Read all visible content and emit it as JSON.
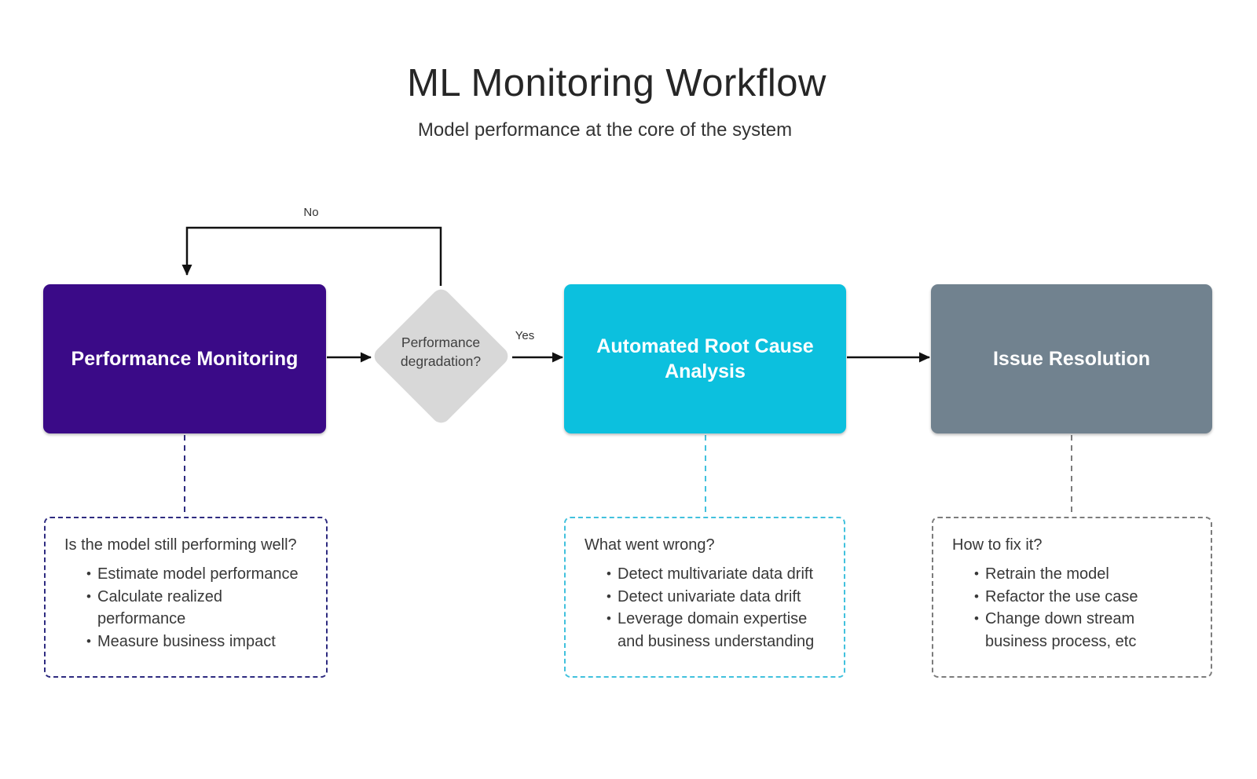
{
  "header": {
    "title": "ML Monitoring Workflow",
    "subtitle": "Model performance at the core of the system"
  },
  "colors": {
    "purple": "#3a0a87",
    "cyan": "#0cc0de",
    "slate": "#71828f",
    "diamond_fill": "#d8d8d8",
    "navy_dash": "#2e2b80",
    "cyan_dash": "#41c1dd",
    "gray_dash": "#7c7c7c",
    "arrow": "#111111"
  },
  "ui": {
    "bullet_char": "•"
  },
  "flow": {
    "nodes": [
      {
        "id": "performance-monitoring",
        "label": "Performance Monitoring"
      },
      {
        "id": "automated-root-cause-analysis",
        "label": "Automated Root Cause Analysis"
      },
      {
        "id": "issue-resolution",
        "label": "Issue Resolution"
      }
    ],
    "decision": {
      "label": "Performance\ndegradation?"
    },
    "edge_labels": {
      "no": "No",
      "yes": "Yes"
    }
  },
  "details": [
    {
      "heading": "Is the model still performing well?",
      "bullets": [
        "Estimate model performance",
        "Calculate realized performance",
        "Measure business impact"
      ]
    },
    {
      "heading": "What went wrong?",
      "bullets": [
        "Detect multivariate data drift",
        "Detect univariate data drift",
        "Leverage domain expertise\nand business understanding"
      ]
    },
    {
      "heading": "How to fix it?",
      "bullets": [
        "Retrain the model",
        "Refactor the use case",
        "Change down stream\nbusiness process, etc"
      ]
    }
  ]
}
